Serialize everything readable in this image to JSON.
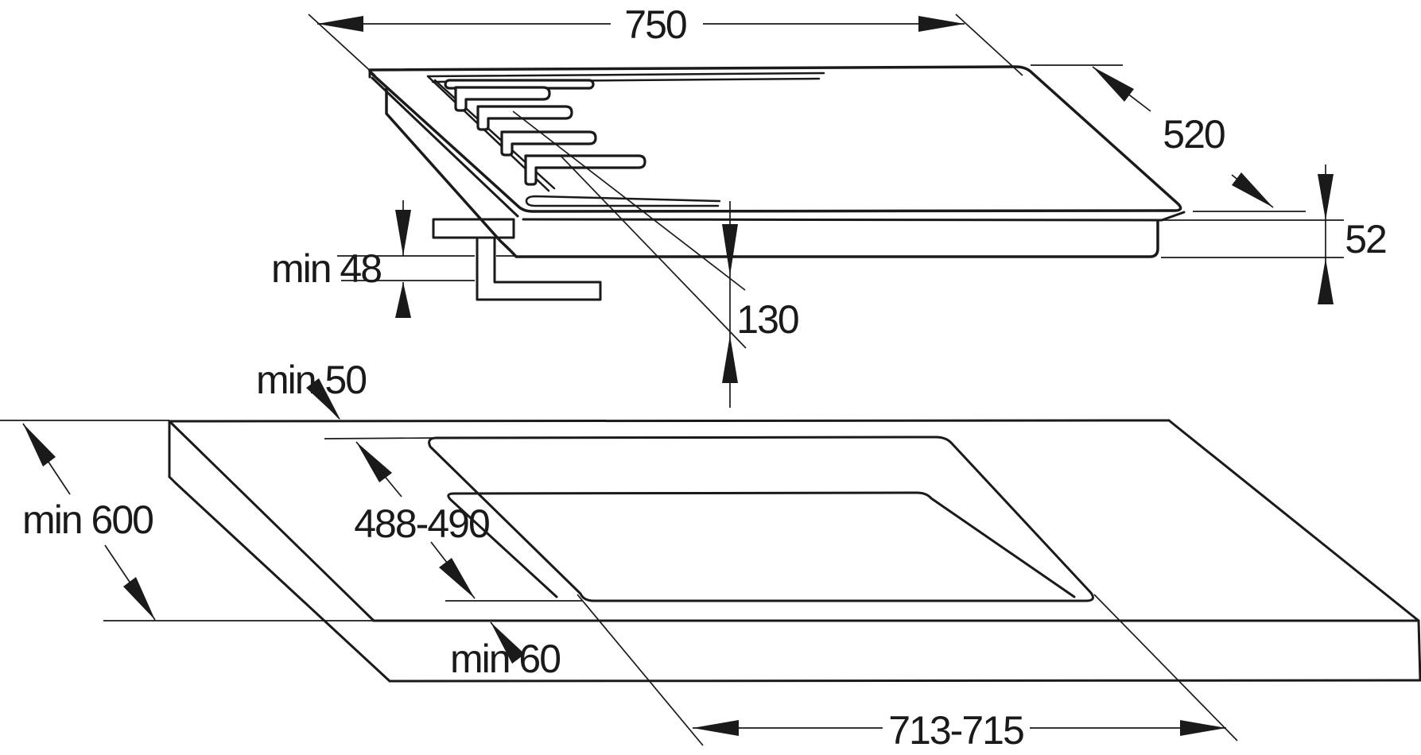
{
  "meta": {
    "description": "Built-in hob installation dimension drawing: hob in perspective above, worktop with cutout below"
  },
  "labels": {
    "hob_width": "750",
    "hob_depth": "520",
    "hob_height": "52",
    "burner_depth": "130",
    "clearance_below": "min 48",
    "back_edge_distance": "min 50",
    "worktop_depth": "min 600",
    "cutout_depth": "488-490",
    "front_edge_distance": "min 60",
    "cutout_width": "713-715"
  },
  "colors": {
    "line": "#1a1a1a",
    "bracket_fill": "#d5d5d7",
    "background": "#ffffff"
  }
}
